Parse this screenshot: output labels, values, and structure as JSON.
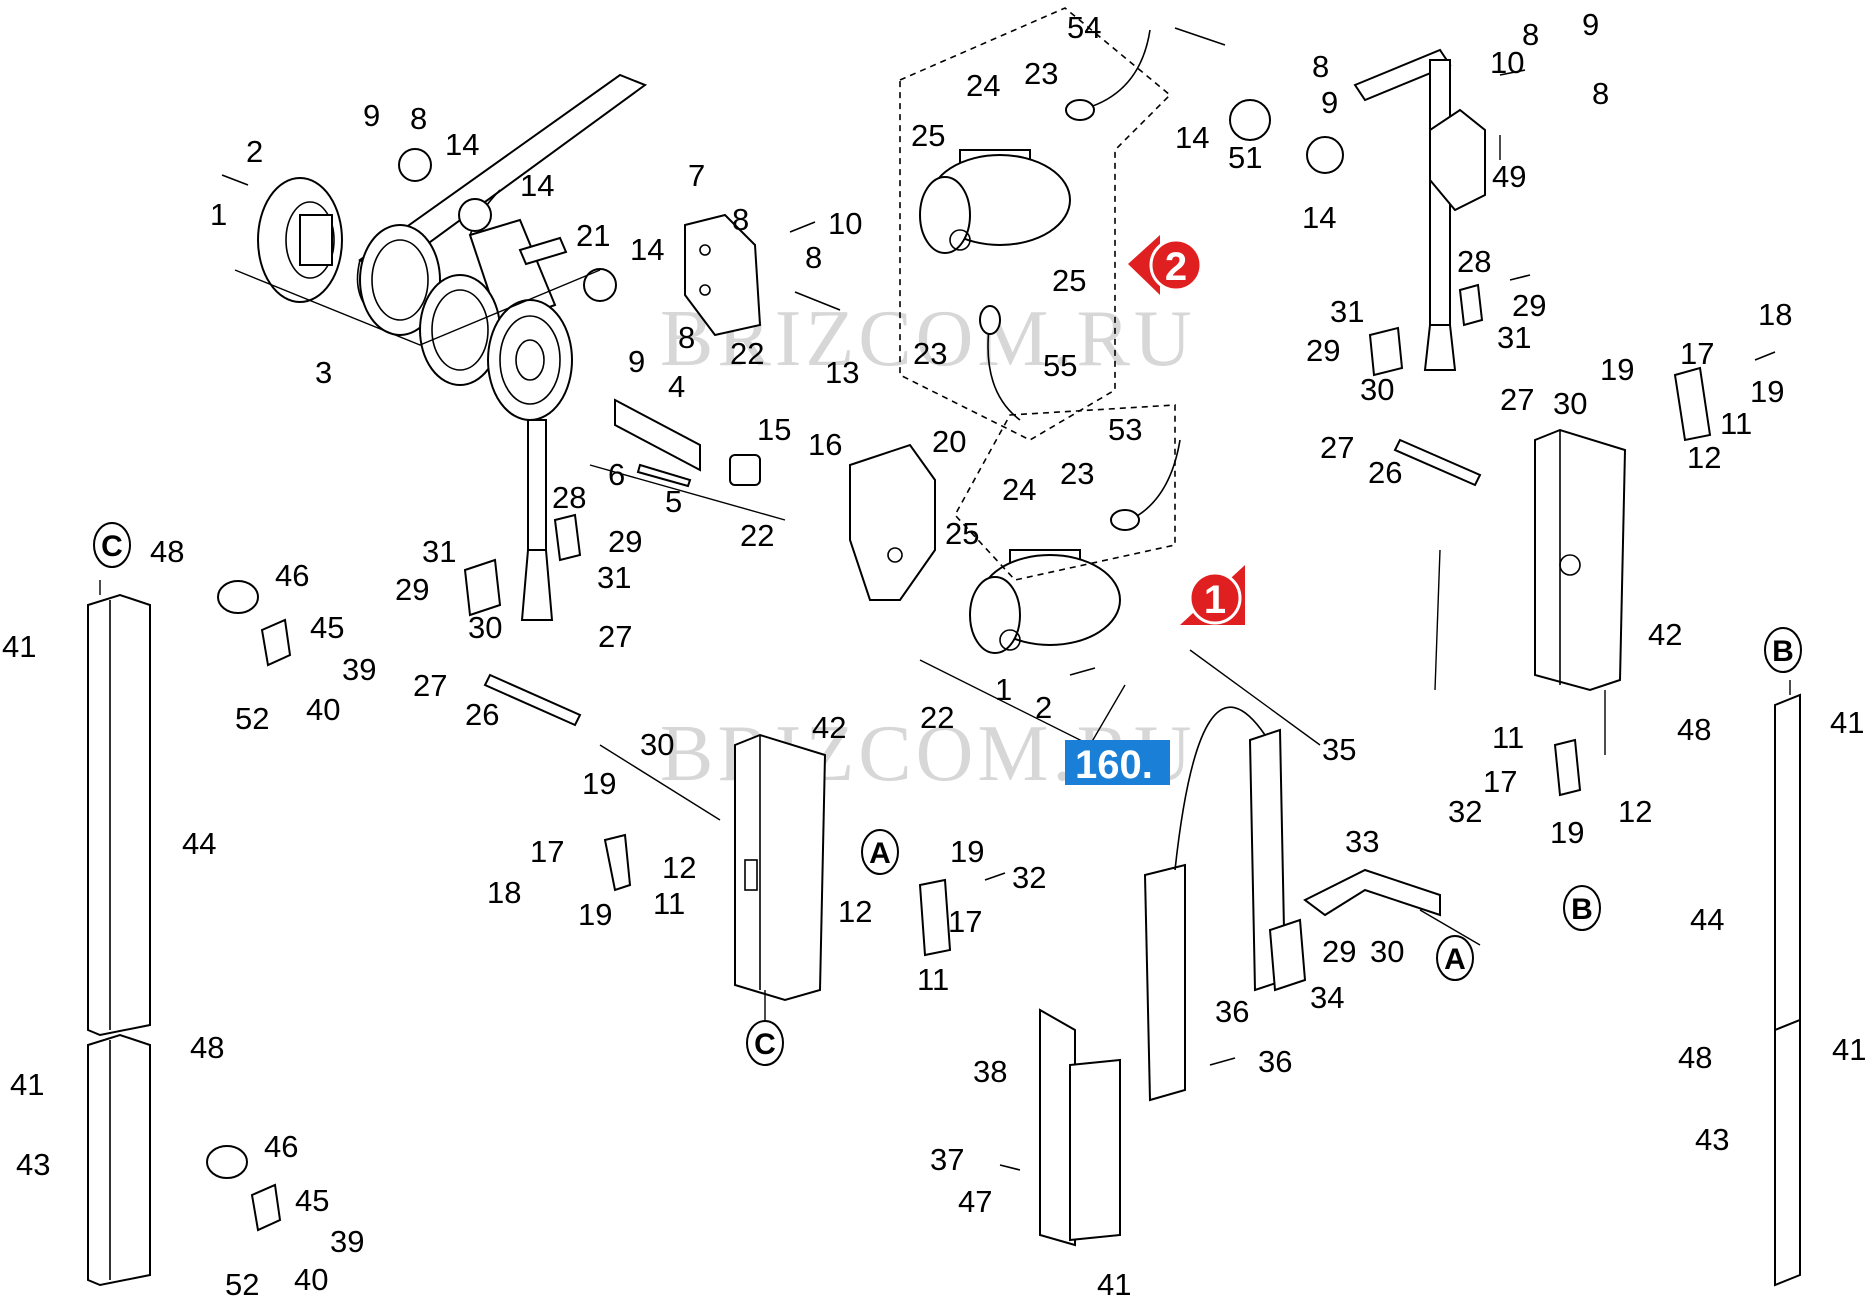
{
  "watermark": "BRIZCOM.RU",
  "page_badge": "160.",
  "markers": [
    "1",
    "2"
  ],
  "refs": {
    "a": "A",
    "b": "B",
    "c": "C"
  },
  "callouts": {
    "n1": "1",
    "n2": "2",
    "n3": "3",
    "n4": "4",
    "n5": "5",
    "n6": "6",
    "n7": "7",
    "n8": "8",
    "n9": "9",
    "n10": "10",
    "n11": "11",
    "n12": "12",
    "n13": "13",
    "n14": "14",
    "n15": "15",
    "n16": "16",
    "n17": "17",
    "n18": "18",
    "n19": "19",
    "n20": "20",
    "n21": "21",
    "n22": "22",
    "n23": "23",
    "n24": "24",
    "n25": "25",
    "n26": "26",
    "n27": "27",
    "n28": "28",
    "n29": "29",
    "n30": "30",
    "n31": "31",
    "n32": "32",
    "n33": "33",
    "n34": "34",
    "n35": "35",
    "n36": "36",
    "n37": "37",
    "n38": "38",
    "n39": "39",
    "n40": "40",
    "n41": "41",
    "n42": "42",
    "n43": "43",
    "n44": "44",
    "n45": "45",
    "n46": "46",
    "n47": "47",
    "n48": "48",
    "n49": "49",
    "n51": "51",
    "n52": "52",
    "n53": "53",
    "n54": "54",
    "n55": "55"
  }
}
